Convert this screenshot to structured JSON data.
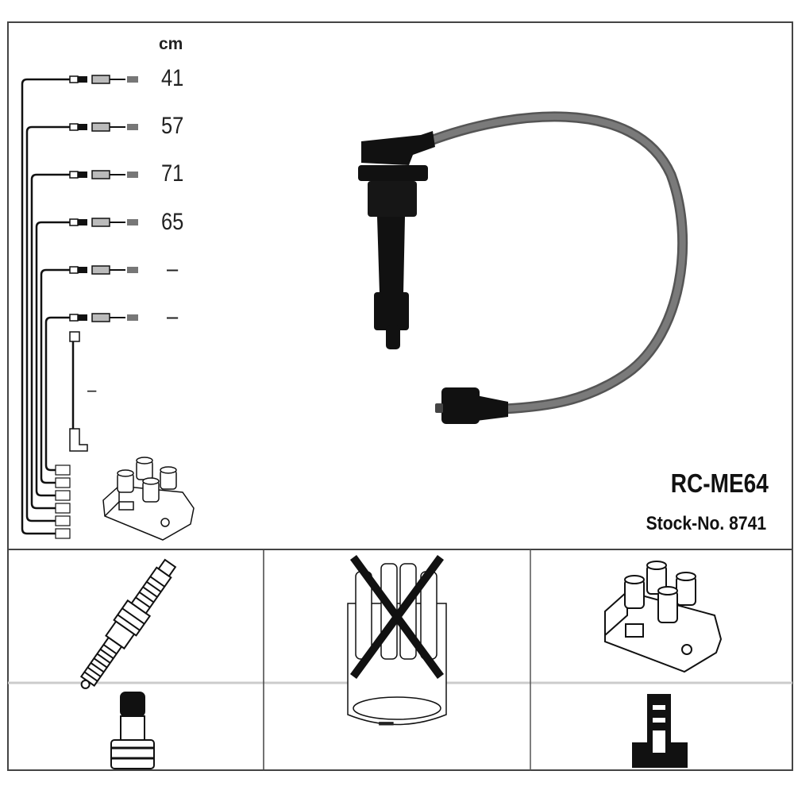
{
  "unit_label": "cm",
  "wire_lengths": [
    "41",
    "57",
    "71",
    "65",
    "–",
    "–"
  ],
  "coil_wire_length": "–",
  "product": {
    "code": "RC-ME64",
    "stock_number": "Stock-No. 8741"
  },
  "compatibility": {
    "spark_plug": "spark-plug-icon",
    "distributor_cap": "distributor-cap-icon-crossed",
    "ignition_coil": "ignition-coil-icon",
    "plug_connector": "plug-boot-straight-icon",
    "distributor_connector": "–",
    "coil_connector": "coil-terminal-icon"
  },
  "colors": {
    "line": "#111111",
    "cable": "#6a6a6a",
    "border": "#444444"
  }
}
